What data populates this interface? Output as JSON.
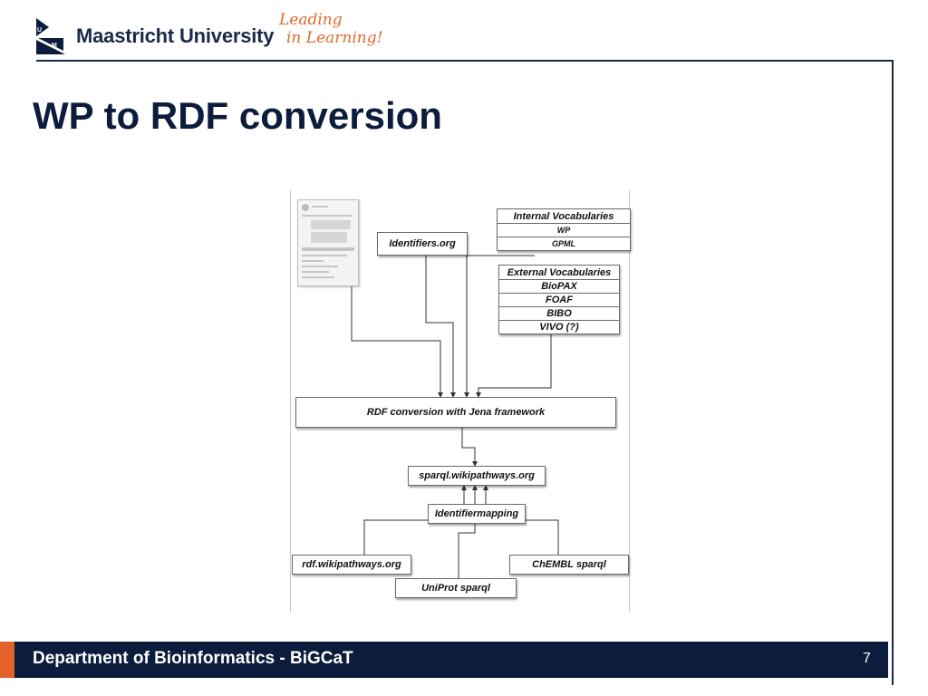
{
  "header": {
    "logo_text": "Maastricht University",
    "tagline_line1": "Leading",
    "tagline_line2": "in Learning!",
    "logo_letters": "UM",
    "brand_colors": {
      "navy": "#0c1c3c",
      "orange": "#e2622a"
    }
  },
  "slide": {
    "title": "WP to RDF conversion"
  },
  "diagram": {
    "thumbnail_icon": "document-thumbnail-icon",
    "identifiers_box": "Identifiers.org",
    "internal_vocab": {
      "title": "Internal Vocabularies",
      "items": [
        "WP",
        "GPML"
      ]
    },
    "external_vocab": {
      "title": "External Vocabularies",
      "items": [
        "BioPAX",
        "FOAF",
        "BIBO",
        "VIVO (?)"
      ]
    },
    "conversion_box": "RDF conversion with Jena framework",
    "sparql_box": "sparql.wikipathways.org",
    "mapping_box": "Identifiermapping",
    "rdf_box": "rdf.wikipathways.org",
    "uniprot_box": "UniProt sparql",
    "chembl_box": "ChEMBL sparql"
  },
  "footer": {
    "department": "Department of Bioinformatics - BiGCaT",
    "page_number": "7"
  }
}
